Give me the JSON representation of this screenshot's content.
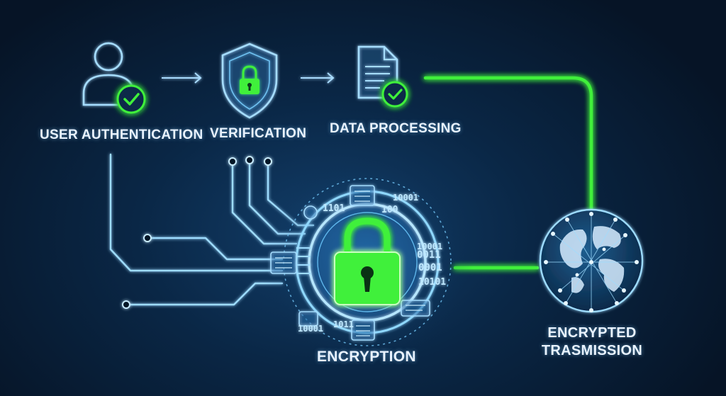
{
  "stages": {
    "user_authentication": "USER AUTHENTICATION",
    "verification": "VERIFICATION",
    "data_processing": "DATA PROCESSING",
    "encryption": "ENCRYPTION",
    "transmission_line1": "ENCRYPTED",
    "transmission_line2": "TRASMISSION"
  },
  "binary": {
    "b1": "1101",
    "b2": "100",
    "b3": "10001",
    "b4": "0011",
    "b5": "10001",
    "b6": "0001",
    "b7": "10101",
    "b8": "10001",
    "b9": "1011"
  },
  "colors": {
    "accent_green": "#3ff03a",
    "glow_blue": "#8fd8ff",
    "background": "#061426"
  },
  "icons": [
    "user-icon",
    "check-icon",
    "shield-lock-icon",
    "document-icon",
    "padlock-icon",
    "globe-icon",
    "arrow-right-icon"
  ]
}
